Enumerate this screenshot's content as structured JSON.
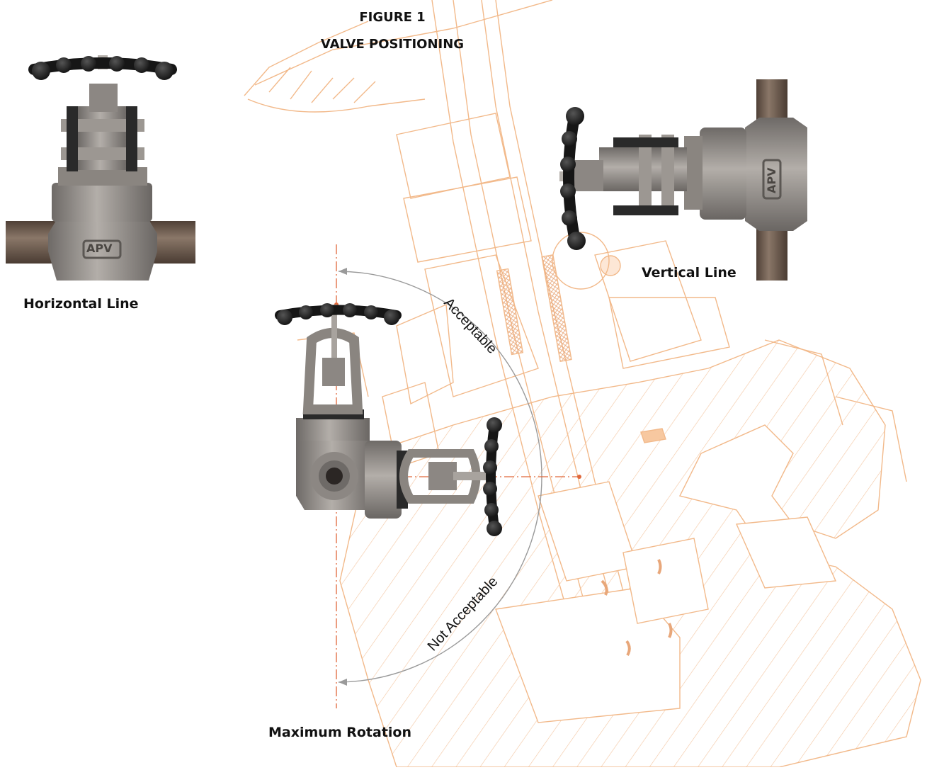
{
  "figure": {
    "number": "FIGURE 1",
    "title": "VALVE POSITIONING"
  },
  "valves": {
    "horizontal": {
      "caption": "Horizontal Line",
      "badge": "APV"
    },
    "vertical": {
      "caption": "Vertical Line",
      "badge": "APV"
    },
    "rotation": {
      "caption": "Maximum Rotation"
    }
  },
  "arc_labels": {
    "acceptable": "Acceptable",
    "not_acceptable": "Not Acceptable"
  },
  "colors": {
    "drawing_lines": "#f2b98a",
    "axis_lines": "#e0673a",
    "valve_body": "#8e8a86",
    "handwheel": "#1c1c1c",
    "pipe": "#6f5d50",
    "arc": "#9a9a9a"
  }
}
